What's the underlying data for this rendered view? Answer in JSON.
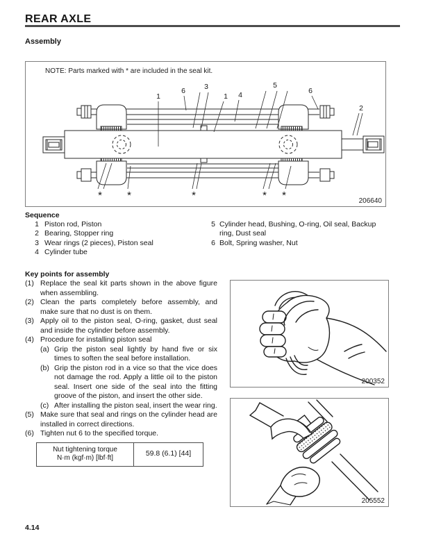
{
  "page": {
    "header": "REAR AXLE",
    "subheading": "Assembly",
    "page_number": "4.14"
  },
  "diagram": {
    "note": "NOTE: Parts marked with * are included in the seal kit.",
    "figure_number": "206640",
    "seal_marker": "*",
    "callouts": [
      "1",
      "6",
      "3",
      "1",
      "4",
      "5",
      "6",
      "2"
    ]
  },
  "sequence": {
    "heading": "Sequence",
    "items": [
      {
        "num": "1",
        "text": "Piston rod, Piston"
      },
      {
        "num": "2",
        "text": "Bearing, Stopper ring"
      },
      {
        "num": "3",
        "text": "Wear rings (2 pieces), Piston seal"
      },
      {
        "num": "4",
        "text": "Cylinder tube"
      },
      {
        "num": "5",
        "text": "Cylinder head, Bushing, O-ring, Oil seal, Backup ring, Dust seal"
      },
      {
        "num": "6",
        "text": "Bolt, Spring washer, Nut"
      }
    ]
  },
  "key_points": {
    "heading": "Key points for assembly",
    "items": [
      {
        "num": "(1)",
        "text": "Replace the seal kit parts shown in the above figure when assembling."
      },
      {
        "num": "(2)",
        "text": "Clean the parts completely before assembly, and make sure that no dust is on them."
      },
      {
        "num": "(3)",
        "text": "Apply oil to the piston seal, O-ring, gasket, dust seal and inside the cylinder before assembly."
      },
      {
        "num": "(4)",
        "text": "Procedure for installing piston seal",
        "sub": [
          {
            "num": "(a)",
            "text": "Grip the piston seal lightly by hand five or six times to soften the seal before installation."
          },
          {
            "num": "(b)",
            "text": "Grip the piston rod in a vice so that the vice does not damage the rod. Apply a little oil to the piston seal. Insert one side of the seal into the fitting groove of the piston, and insert the other side."
          },
          {
            "num": "(c)",
            "text": "After installing the piston seal, insert the wear ring."
          }
        ]
      },
      {
        "num": "(5)",
        "text": "Make sure that seal and rings on the cylinder head are installed in correct directions."
      },
      {
        "num": "(6)",
        "text": "Tighten nut 6 to the specified torque."
      }
    ]
  },
  "torque_table": {
    "label_line1": "Nut tightening torque",
    "label_line2": "N·m (kgf·m) [lbf·ft]",
    "value": "59.8 (6.1) [44]"
  },
  "figures": [
    {
      "name": "grip-seal-by-hand",
      "number": "200352"
    },
    {
      "name": "install-seal-on-rod",
      "number": "205552"
    }
  ]
}
